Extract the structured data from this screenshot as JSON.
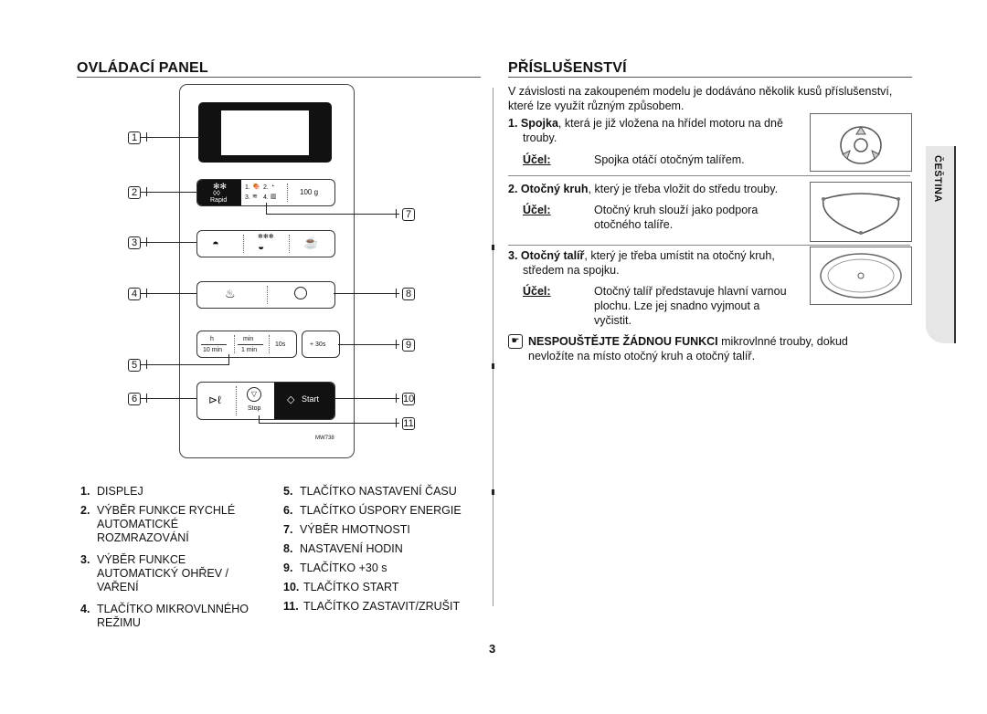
{
  "left": {
    "title": "OVLÁDACÍ PANEL",
    "panel": {
      "rapid_label": "Rapid",
      "weight_row": {
        "item1": "1.",
        "item2": "2.",
        "item3": "3.",
        "item4": "4.",
        "weight": "100 g"
      },
      "time_row": {
        "h": "h",
        "h_sub": "10 min",
        "min": "min",
        "min_sub": "1 min",
        "s10": "10s",
        "plus30": "+ 30s"
      },
      "stop_label": "Stop",
      "start_label": "Start",
      "model": "MW738"
    },
    "callouts": [
      "1",
      "2",
      "3",
      "4",
      "5",
      "6",
      "7",
      "8",
      "9",
      "10",
      "11"
    ],
    "legend_col1": [
      {
        "num": "1.",
        "text": "DISPLEJ"
      },
      {
        "num": "2.",
        "text": "VÝBĚR FUNKCE RYCHLÉ AUTOMATICKÉ ROZMRAZOVÁNÍ"
      },
      {
        "num": "3.",
        "text": "VÝBĚR FUNKCE AUTOMATICKÝ OHŘEV / VAŘENÍ"
      },
      {
        "num": "4.",
        "text": "TLAČÍTKO MIKROVLNNÉHO REŽIMU"
      }
    ],
    "legend_col2": [
      {
        "num": "5.",
        "text": "TLAČÍTKO NASTAVENÍ ČASU"
      },
      {
        "num": "6.",
        "text": "TLAČÍTKO ÚSPORY ENERGIE"
      },
      {
        "num": "7.",
        "text": "VÝBĚR HMOTNOSTI"
      },
      {
        "num": "8.",
        "text": "NASTAVENÍ HODIN"
      },
      {
        "num": "9.",
        "text": "TLAČÍTKO +30 s"
      },
      {
        "num": "10.",
        "text": "TLAČÍTKO START"
      },
      {
        "num": "11.",
        "text": "TLAČÍTKO ZASTAVIT/ZRUŠIT"
      }
    ]
  },
  "right": {
    "title": "PŘÍSLUŠENSTVÍ",
    "intro": "V závislosti na zakoupeném modelu je dodáváno několik kusů příslušenství, které lze využít různým způsobem.",
    "items": [
      {
        "num": "1.",
        "name": "Spojka",
        "desc_a": ", která je již vložena na hřídel motoru na dně",
        "desc_b": "trouby.",
        "purpose_label": "Účel:",
        "purpose": "Spojka otáčí otočným talířem.",
        "purpose_b": "",
        "purpose_c": ""
      },
      {
        "num": "2.",
        "name": "Otočný kruh",
        "desc_a": ", který je třeba vložit do středu trouby.",
        "desc_b": "",
        "purpose_label": "Účel:",
        "purpose": "Otočný kruh slouží jako podpora",
        "purpose_b": "otočného talíře.",
        "purpose_c": ""
      },
      {
        "num": "3.",
        "name": "Otočný talíř",
        "desc_a": ", který je třeba umístit na otočný kruh,",
        "desc_b": "středem na spojku.",
        "purpose_label": "Účel:",
        "purpose": "Otočný talíř představuje hlavní varnou",
        "purpose_b": "plochu. Lze jej snadno vyjmout a",
        "purpose_c": "vyčistit."
      }
    ],
    "warning_bold": "NESPOUŠTĚJTE ŽÁDNOU FUNKCI",
    "warning_rest": " mikrovlnné trouby, dokud",
    "warning_line2": "nevložíte na místo otočný kruh a otočný talíř.",
    "side_tab": "ČEŠTINA"
  },
  "page_number": "3"
}
